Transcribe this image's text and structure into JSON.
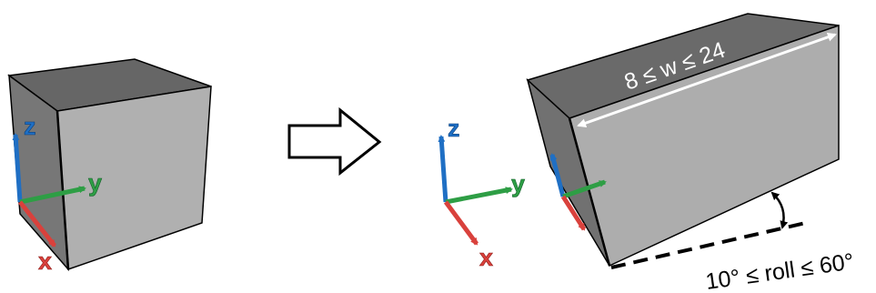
{
  "axes": {
    "x_label": "x",
    "y_label": "y",
    "z_label": "z",
    "x_color": "#d9413c",
    "y_color": "#2e9e45",
    "z_color": "#1f6fc4"
  },
  "annotations": {
    "width_range": "8 ≤ w ≤ 24",
    "roll_range": "10° ≤ roll ≤ 60°"
  },
  "colors": {
    "top_face": "#6a6a6a",
    "side_face": "#707070",
    "front_face": "#b0b0b0",
    "edge": "#000000",
    "arrow_fill": "#ffffff",
    "annotation_arrow": "#ffffff",
    "roll_line": "#000000"
  },
  "icons": {
    "transform_arrow": "right-arrow-outline-icon"
  }
}
